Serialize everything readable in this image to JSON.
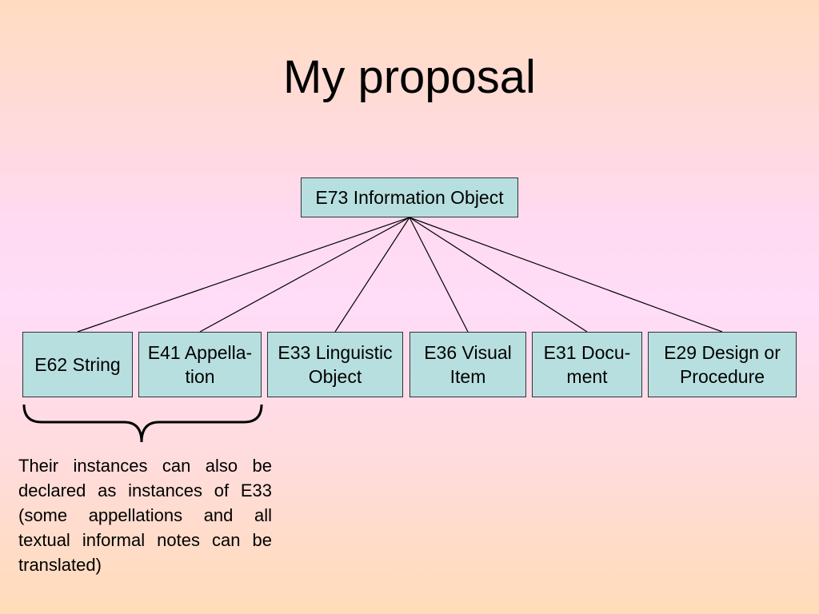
{
  "title": "My proposal",
  "diagram": {
    "root": "E73 Information Object",
    "children": [
      "E62 String",
      "E41 Appella-tion",
      "E33 Linguistic Object",
      "E36 Visual Item",
      "E31 Docu-ment",
      "E29 Design or Procedure"
    ],
    "note": "Their instances can also be declared as instances of E33 (some appellations and all textual informal notes can be translated)"
  }
}
